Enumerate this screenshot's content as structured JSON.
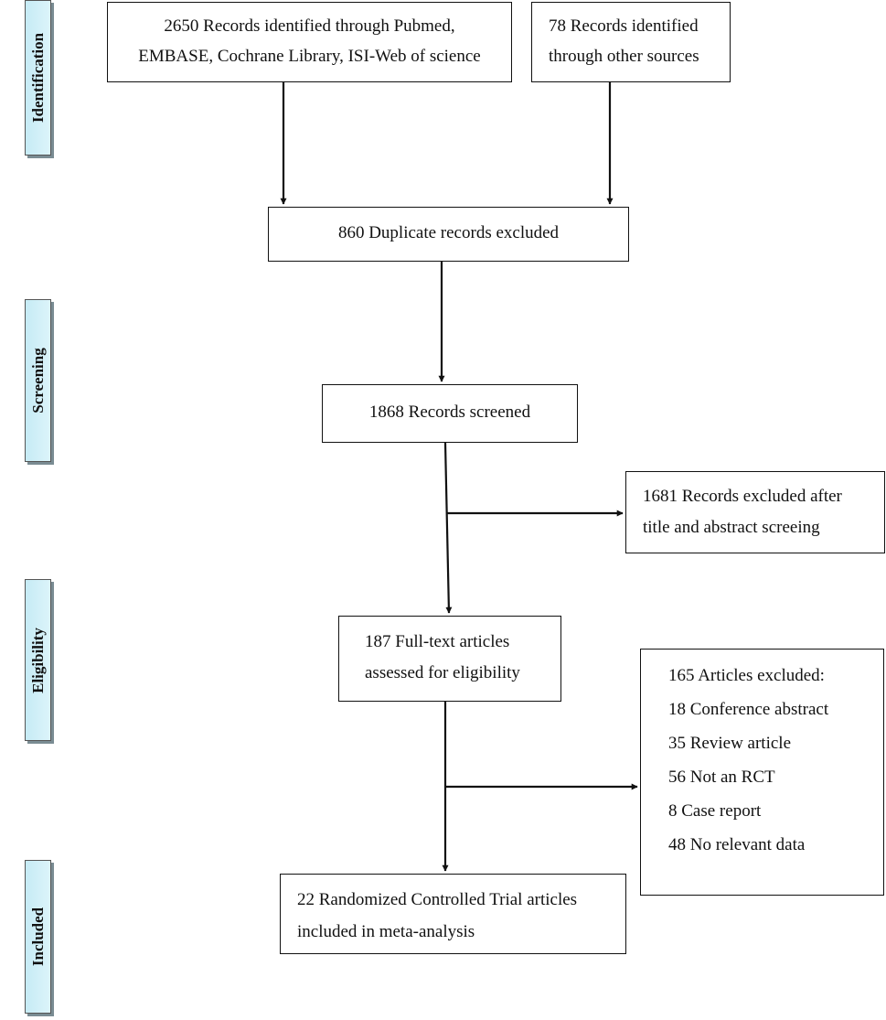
{
  "stages": {
    "identification": "Identification",
    "screening": "Screening",
    "eligibility": "Eligibility",
    "included": "Included"
  },
  "boxes": {
    "records_databases": [
      "2650 Records identified through Pubmed,",
      "EMBASE, Cochrane Library, ISI-Web of science"
    ],
    "records_other": [
      "78 Records identified",
      "through other sources"
    ],
    "duplicates": [
      "860 Duplicate records excluded"
    ],
    "screened": [
      "1868 Records screened"
    ],
    "excluded_title": [
      "1681 Records excluded after",
      "title and abstract screeing"
    ],
    "fulltext": [
      "187 Full-text articles",
      "assessed for eligibility"
    ],
    "articles_excluded": [
      "165 Articles excluded:",
      "18 Conference abstract",
      "35 Review article",
      "56 Not an RCT",
      "8 Case report",
      "48 No relevant data"
    ],
    "included": [
      "22 Randomized Controlled Trial articles",
      "included in meta-analysis"
    ]
  }
}
